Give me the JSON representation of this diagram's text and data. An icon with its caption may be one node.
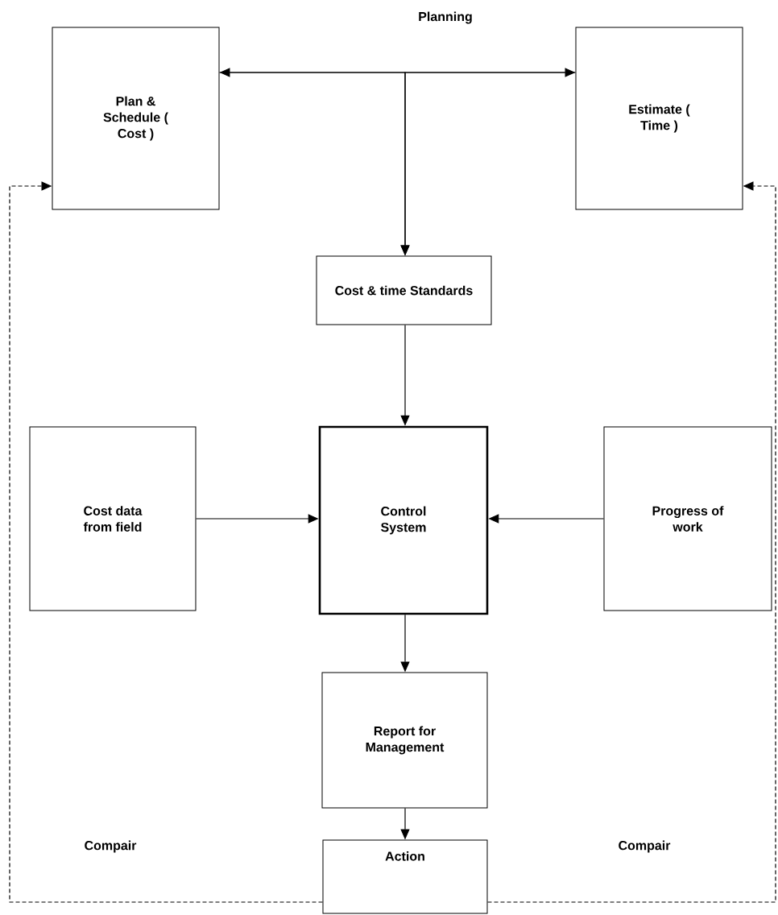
{
  "diagram": {
    "title": "Planning",
    "nodes": [
      {
        "text": [
          "Plan & Schedule ( Cost )"
        ]
      },
      {
        "text": [
          "Estimate ( Time )"
        ]
      },
      {
        "text": [
          "Cost & time Standards"
        ]
      },
      {
        "text": [
          "Cost data from field"
        ]
      },
      {
        "text": [
          "Control System"
        ]
      },
      {
        "text": [
          "Progress of work"
        ]
      },
      {
        "text": [
          "Report for Management"
        ]
      },
      {
        "text": [
          "Action"
        ]
      }
    ],
    "edges": [
      {
        "from": 0,
        "to": 1,
        "arrow": "both"
      },
      {
        "from": 0,
        "to": 2,
        "arrow": "to"
      },
      {
        "from": 1,
        "to": 2,
        "arrow": "to"
      },
      {
        "from": 2,
        "to": 4,
        "arrow": "to"
      },
      {
        "from": 3,
        "to": 4,
        "arrow": "to"
      },
      {
        "from": 5,
        "to": 4,
        "arrow": "to"
      },
      {
        "from": 4,
        "to": 6,
        "arrow": "to"
      },
      {
        "from": 6,
        "to": 7,
        "arrow": "to"
      },
      {
        "from": 7,
        "to": 0,
        "arrow": "to",
        "style": "dashed"
      },
      {
        "from": 7,
        "to": 1,
        "arrow": "to",
        "style": "dashed"
      }
    ],
    "labels": [
      "Compair",
      "Compair"
    ]
  }
}
